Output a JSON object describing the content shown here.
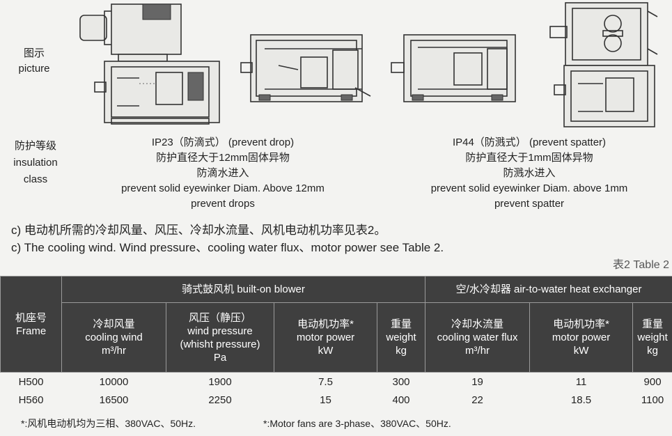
{
  "picture_label": [
    "图示",
    "picture"
  ],
  "class_label": [
    "防护等级",
    "insulation",
    "class"
  ],
  "ip23": {
    "title": "IP23（防滴式） (prevent drop)",
    "lines": [
      "防护直径大于12mm固体异物",
      "防滴水进入",
      "prevent solid eyewinker Diam. Above 12mm",
      "prevent drops"
    ]
  },
  "ip44": {
    "title": "IP44（防溅式） (prevent spatter)",
    "lines": [
      "防护直径大于1mm固体异物",
      "防溅水进入",
      "prevent solid eyewinker Diam. above 1mm",
      "prevent spatter"
    ]
  },
  "para_cn": "c) 电动机所需的冷却风量、风压、冷却水流量、风机电动机功率见表2。",
  "para_en": "c) The cooling wind.   Wind pressure、cooling water flux、motor power see Table 2.",
  "table_caption": "表2   Table 2",
  "table": {
    "frame_header": [
      "机座号",
      "Frame"
    ],
    "group_blower": "骑式鼓风机   built-on blower",
    "group_exchanger": "空/水冷却器  air-to-water heat exchanger",
    "col_cooling_wind": [
      "冷却风量",
      "cooling wind",
      "m³/hr"
    ],
    "col_wind_pressure": [
      "风压（静压）",
      "wind pressure",
      "(whisht pressure)",
      "Pa"
    ],
    "col_motor_power_1": [
      "电动机功率*",
      "motor power",
      "kW"
    ],
    "col_weight_1": [
      "重量",
      "weight",
      "kg"
    ],
    "col_water_flux": [
      "冷却水流量",
      "cooling water flux",
      "m³/hr"
    ],
    "col_motor_power_2": [
      "电动机功率*",
      "motor power",
      "kW"
    ],
    "col_weight_2": [
      "重量",
      "weight",
      "kg"
    ],
    "rows": [
      [
        "H500",
        "10000",
        "1900",
        "7.5",
        "300",
        "19",
        "11",
        "900"
      ],
      [
        "H560",
        "16500",
        "2250",
        "15",
        "400",
        "22",
        "18.5",
        "1100"
      ]
    ]
  },
  "note_cn": "*:风机电动机均为三相、380VAC、50Hz.",
  "note_en": "*:Motor fans are 3-phase、380VAC、50Hz."
}
